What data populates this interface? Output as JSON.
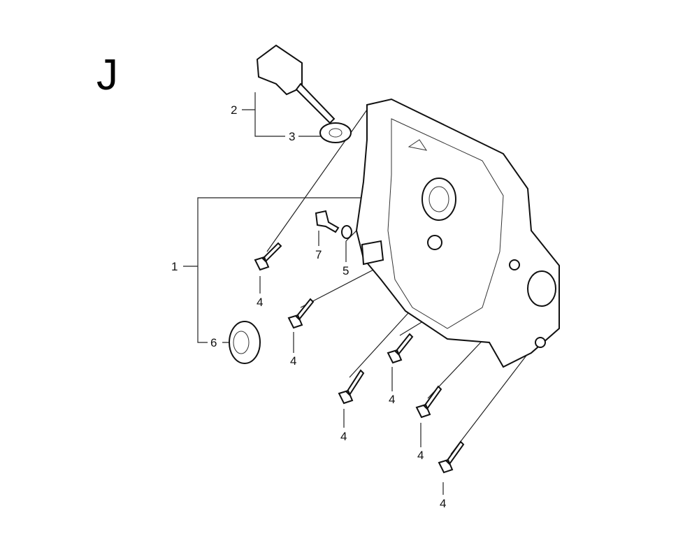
{
  "diagram": {
    "section_letter": "J",
    "callouts": [
      {
        "id": "c2",
        "text": "2"
      },
      {
        "id": "c3",
        "text": "3"
      },
      {
        "id": "c1",
        "text": "1"
      },
      {
        "id": "c7",
        "text": "7"
      },
      {
        "id": "c5",
        "text": "5"
      },
      {
        "id": "c4a",
        "text": "4"
      },
      {
        "id": "c6",
        "text": "6"
      },
      {
        "id": "c4b",
        "text": "4"
      },
      {
        "id": "c4c",
        "text": "4"
      },
      {
        "id": "c4d",
        "text": "4"
      },
      {
        "id": "c4e",
        "text": "4"
      },
      {
        "id": "c4f",
        "text": "4"
      }
    ]
  }
}
